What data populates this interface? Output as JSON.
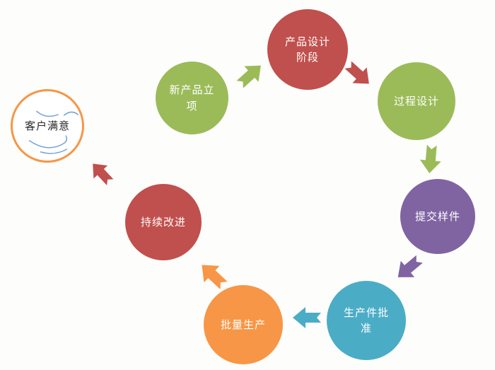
{
  "diagram": {
    "type": "cycle-process-diagram",
    "background": "#fdfdfb"
  },
  "colors": {
    "red": "#c0504d",
    "green": "#9bbb59",
    "purple": "#8064a2",
    "teal": "#4bacc6",
    "orange": "#f79646",
    "customer_outline": "#f79646",
    "face_blue": "#74a3d9",
    "text_light": "#ffffff",
    "text_dark": "#262626"
  },
  "circles": [
    {
      "id": "product-design-stage",
      "lines": [
        "产品设计",
        "阶段"
      ],
      "fill": "#c0504d",
      "text_color": "#ffffff"
    },
    {
      "id": "process-design",
      "lines": [
        "过程设计"
      ],
      "fill": "#9bbb59",
      "text_color": "#ffffff"
    },
    {
      "id": "submit-samples",
      "lines": [
        "提交样件"
      ],
      "fill": "#8064a2",
      "text_color": "#ffffff"
    },
    {
      "id": "production-part-approval",
      "lines": [
        "生产件批",
        "准"
      ],
      "fill": "#4bacc6",
      "text_color": "#ffffff"
    },
    {
      "id": "mass-production",
      "lines": [
        "批量生产"
      ],
      "fill": "#f79646",
      "text_color": "#ffffff"
    },
    {
      "id": "continuous-improvement",
      "lines": [
        "持续改进"
      ],
      "fill": "#c0504d",
      "text_color": "#ffffff"
    },
    {
      "id": "new-product-initiation",
      "lines": [
        "新产品立",
        "项"
      ],
      "fill": "#9bbb59",
      "text_color": "#ffffff"
    },
    {
      "id": "customer-satisfaction",
      "lines": [
        "客户满意"
      ],
      "fill": "#ffffff",
      "text_color": "#262626",
      "stroke": "#f79646"
    }
  ],
  "arrows": [
    {
      "id": "arrow-new-product-to-product-design",
      "color": "#9bbb59",
      "direction": "up-right"
    },
    {
      "id": "arrow-product-design-to-process-design",
      "color": "#c0504d",
      "direction": "down-right"
    },
    {
      "id": "arrow-process-design-to-submit-samples",
      "color": "#9bbb59",
      "direction": "down"
    },
    {
      "id": "arrow-submit-samples-to-part-approval",
      "color": "#8064a2",
      "direction": "down-left"
    },
    {
      "id": "arrow-part-approval-to-mass-production",
      "color": "#4bacc6",
      "direction": "left"
    },
    {
      "id": "arrow-mass-production-to-improvement",
      "color": "#f79646",
      "direction": "up-left"
    },
    {
      "id": "arrow-improvement-to-customer-satisfaction",
      "color": "#c0504d",
      "direction": "up-left"
    }
  ]
}
